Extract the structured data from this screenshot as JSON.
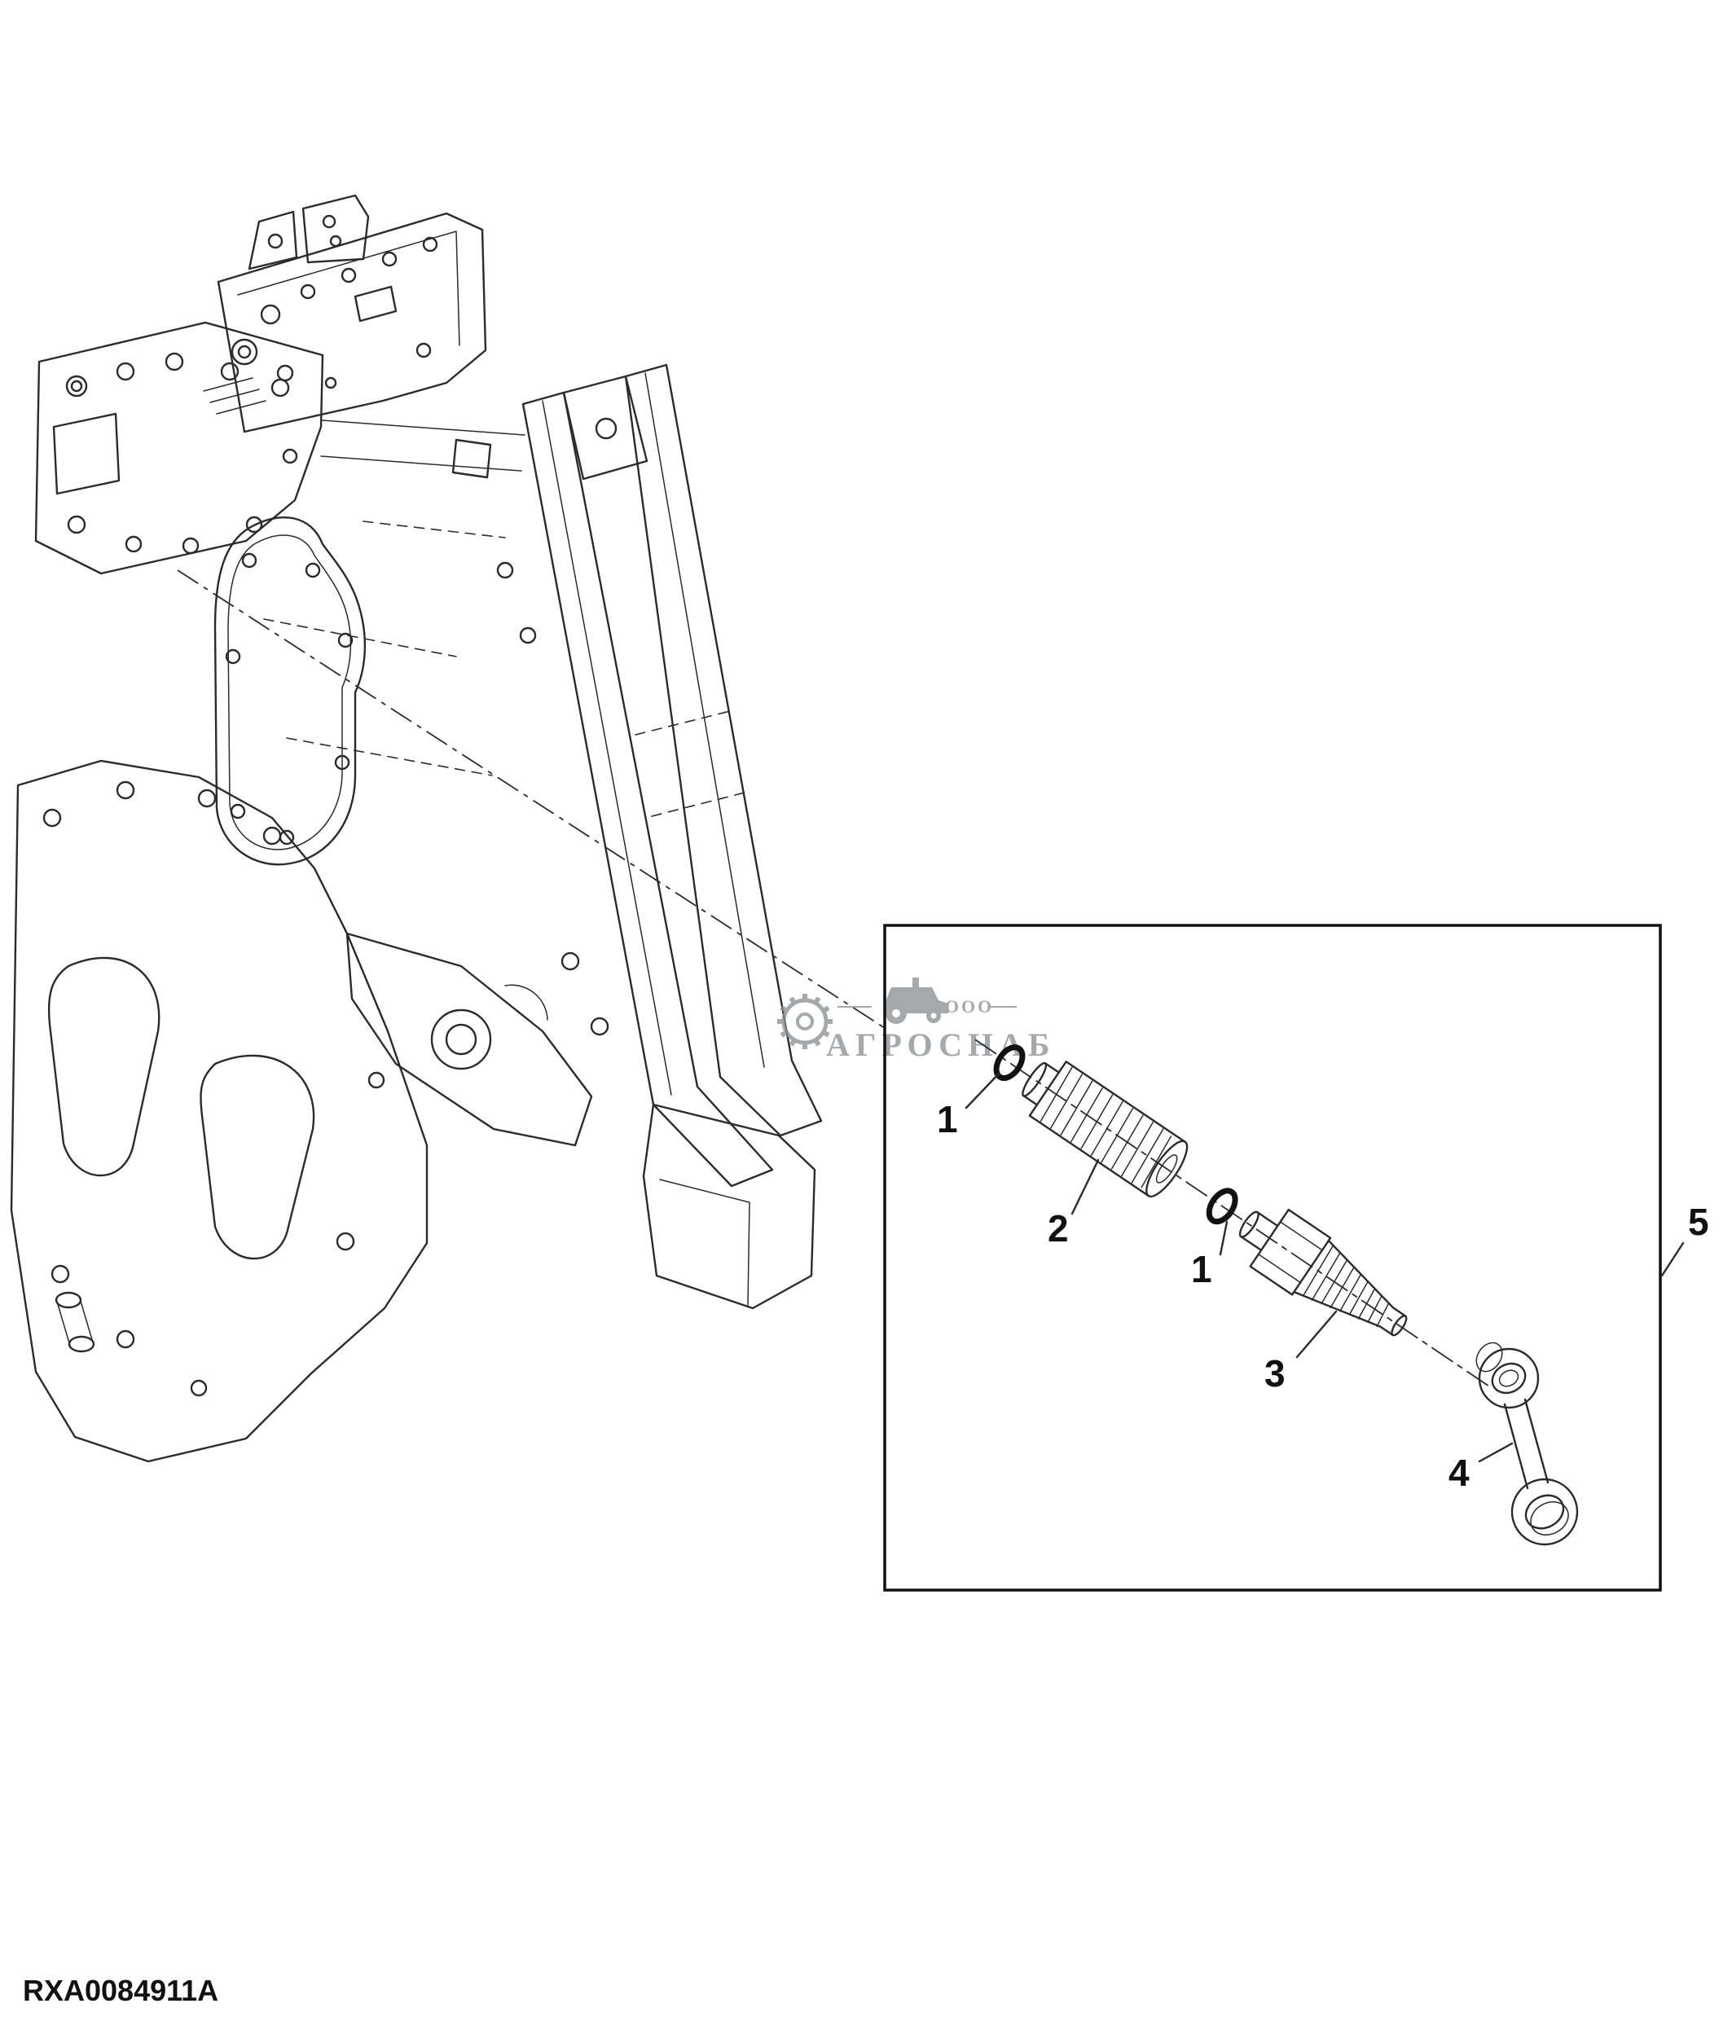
{
  "figure": {
    "drawing_code": "RXA0084911A",
    "callouts": {
      "oring_first": "1",
      "tube": "2",
      "oring_second": "1",
      "fitting": "3",
      "link": "4",
      "assembly_box": "5"
    },
    "watermark": {
      "company_prefix": "ООО",
      "company_name": "АГРОСНАБ"
    }
  }
}
